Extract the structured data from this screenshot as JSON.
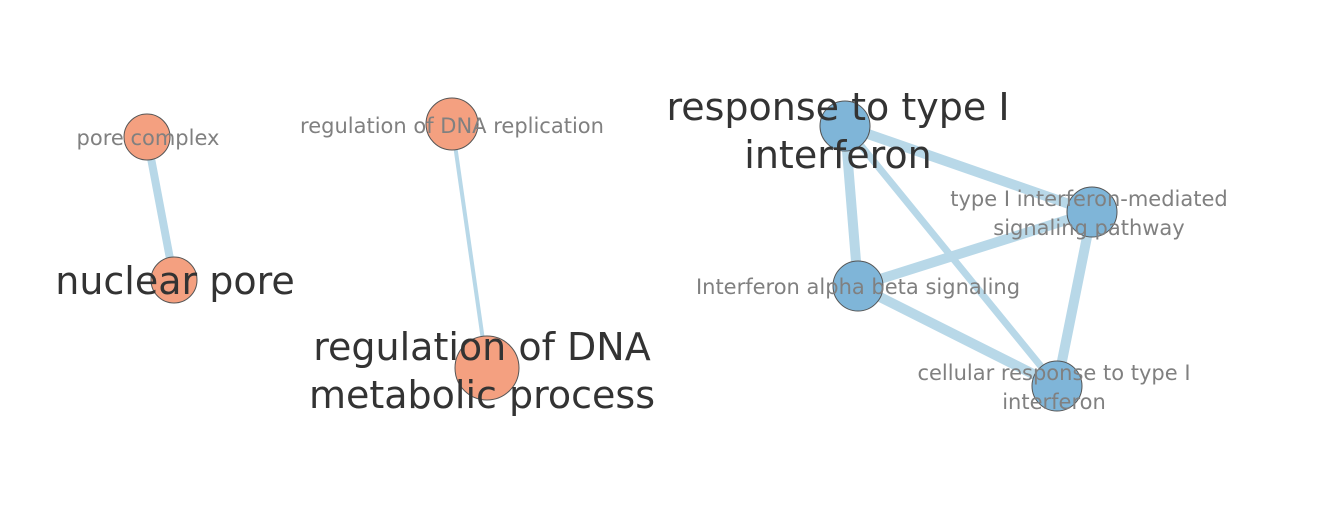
{
  "colors": {
    "edge": "#b8d8e8",
    "node_orange": "#f4a080",
    "node_blue": "#7fb5d8",
    "label_small": "#808080",
    "label_large": "#333333"
  },
  "nodes": {
    "pore_complex": {
      "label": "pore complex",
      "group": "orange"
    },
    "nuclear_pore": {
      "label": "nuclear pore",
      "group": "orange"
    },
    "reg_dna_replication": {
      "label": "regulation of DNA replication",
      "group": "orange"
    },
    "reg_dna_metabolic": {
      "label_line1": "regulation of DNA",
      "label_line2": "metabolic process",
      "group": "orange"
    },
    "response_type1_ifn": {
      "label_line1": "response to type I",
      "label_line2": "interferon",
      "group": "blue"
    },
    "type1_ifn_signaling": {
      "label_line1": "type I interferon-mediated",
      "label_line2": "signaling pathway",
      "group": "blue"
    },
    "ifn_alpha_beta": {
      "label": "Interferon alpha beta signaling",
      "group": "blue"
    },
    "cellular_response_type1": {
      "label_line1": "cellular response to type I",
      "label_line2": "interferon",
      "group": "blue"
    }
  },
  "edges": [
    {
      "from": "pore_complex",
      "to": "nuclear_pore",
      "weight": "medium"
    },
    {
      "from": "reg_dna_replication",
      "to": "reg_dna_metabolic",
      "weight": "thin"
    },
    {
      "from": "response_type1_ifn",
      "to": "type1_ifn_signaling",
      "weight": "thick"
    },
    {
      "from": "response_type1_ifn",
      "to": "ifn_alpha_beta",
      "weight": "thick"
    },
    {
      "from": "response_type1_ifn",
      "to": "cellular_response_type1",
      "weight": "medium"
    },
    {
      "from": "type1_ifn_signaling",
      "to": "ifn_alpha_beta",
      "weight": "thick"
    },
    {
      "from": "type1_ifn_signaling",
      "to": "cellular_response_type1",
      "weight": "thick"
    },
    {
      "from": "ifn_alpha_beta",
      "to": "cellular_response_type1",
      "weight": "thick"
    }
  ]
}
